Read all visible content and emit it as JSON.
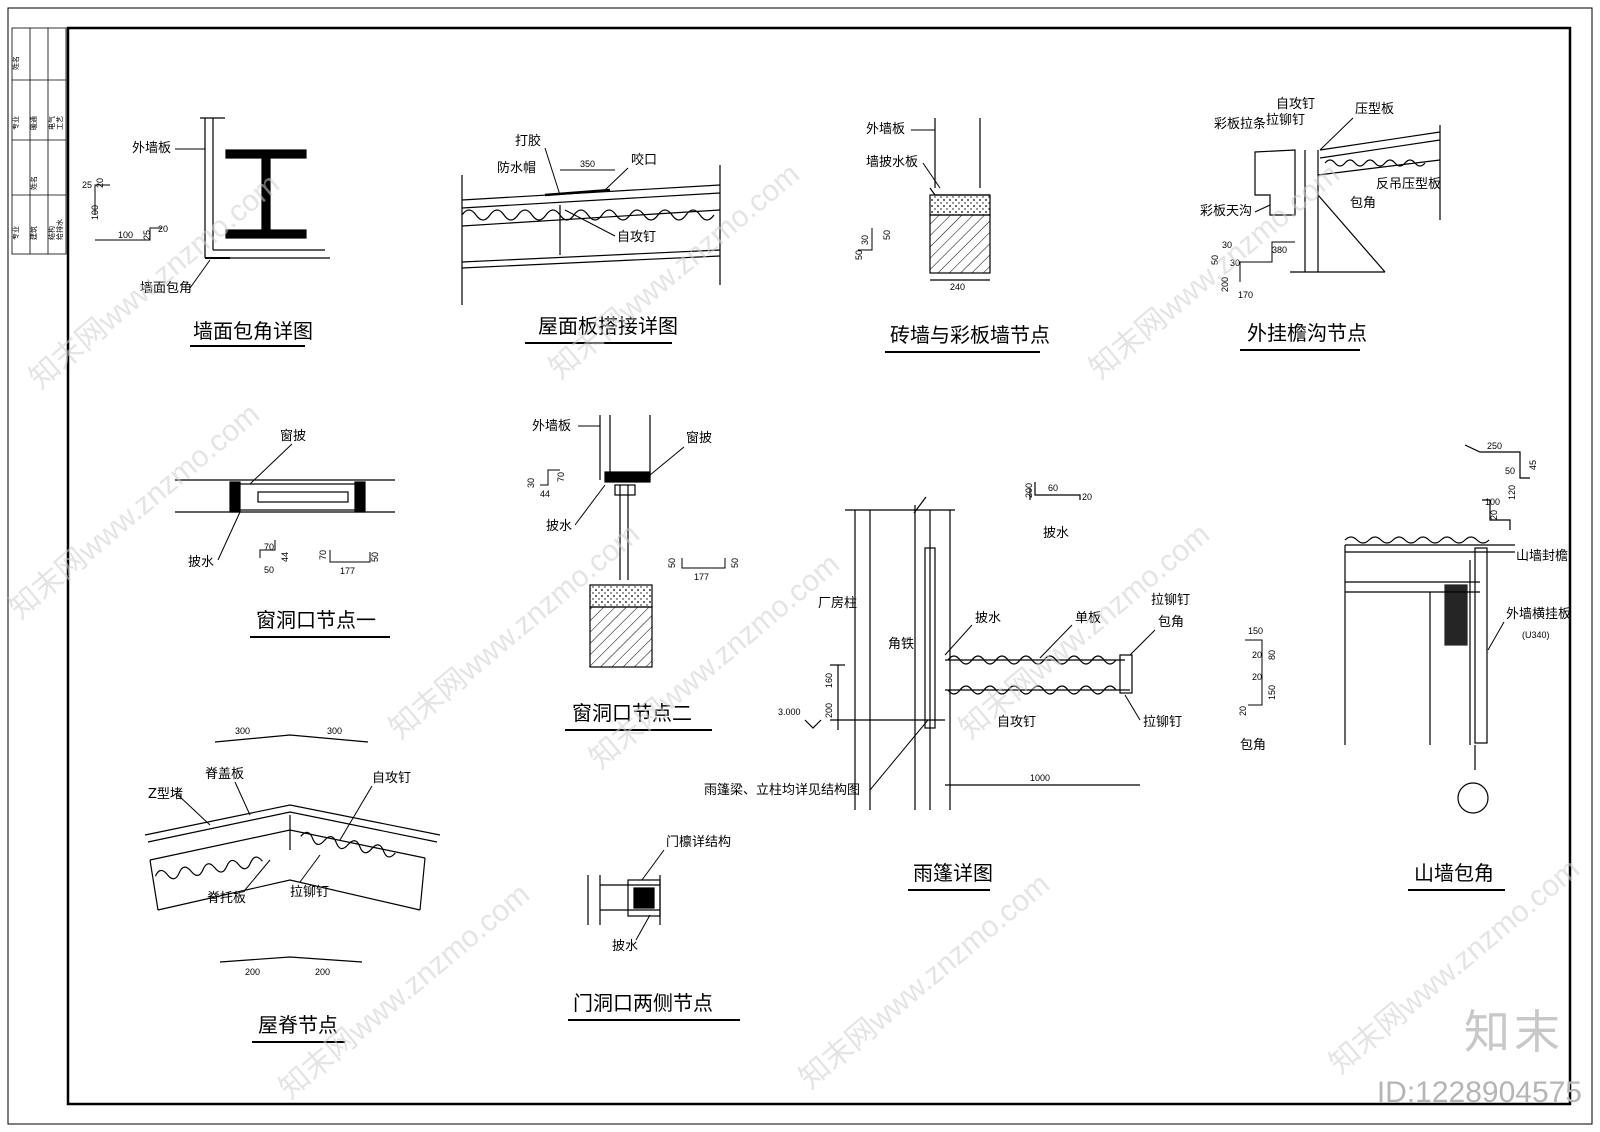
{
  "titles": {
    "t1": "墙面包角详图",
    "t2": "屋面板搭接详图",
    "t3": "砖墙与彩板墙节点",
    "t4": "外挂檐沟节点",
    "t5": "窗洞口节点一",
    "t6": "窗洞口节点二",
    "t7": "雨篷详图",
    "t8": "山墙包角",
    "t9": "屋脊节点",
    "t10": "门洞口两侧节点"
  },
  "labels": {
    "d1_wall": "外墙板",
    "d1_corner": "墙面包角",
    "d2_glue": "打胶",
    "d2_cap": "防水帽",
    "d2_bite": "咬口",
    "d2_screw": "自攻钉",
    "d3_wall": "外墙板",
    "d3_flash": "墙披水板",
    "d4_screw": "自攻钉",
    "d4_pull": "彩板拉条",
    "d4_rivet": "拉铆钉",
    "d4_press": "压型板",
    "d4_rev": "反吊压型板",
    "d4_corner": "包角",
    "d4_gutter": "彩板天沟",
    "d5_sill": "窗披",
    "d5_drip": "披水",
    "d6_wall": "外墙板",
    "d6_sill": "窗披",
    "d6_drip": "披水",
    "d7_drip": "披水",
    "d7_column": "厂房柱",
    "d7_drip2": "披水",
    "d7_board": "单板",
    "d7_rivet": "拉铆钉",
    "d7_corner": "包角",
    "d7_iron": "角铁",
    "d7_screw": "自攻钉",
    "d7_rivet2": "拉铆钉",
    "d7_note": "雨篷梁、立柱均详见结构图",
    "d7_corner2": "包角",
    "d8_eave": "山墙封檐",
    "d8_rail": "外墙横挂板",
    "d8_u": "(U340)",
    "d9_z": "Z型堵",
    "d9_ridge": "脊盖板",
    "d9_screw": "自攻钉",
    "d9_support": "脊托板",
    "d9_rivet": "拉铆钉",
    "d10_purlin": "门檩详结构",
    "d10_drip": "披水"
  },
  "dims": {
    "a1": "25",
    "a2": "20",
    "a3": "100",
    "a4": "100",
    "a5": "25",
    "a6": "20",
    "b1": "350",
    "c1": "30",
    "c2": "50",
    "c3": "50",
    "c4": "240",
    "e1": "30",
    "e2": "380",
    "e3": "50",
    "e4": "30",
    "e5": "200",
    "e6": "170",
    "f1": "70",
    "f2": "44",
    "f3": "50",
    "f4": "70",
    "f5": "177",
    "f6": "50",
    "g1": "30",
    "g2": "70",
    "g3": "44",
    "g4": "50",
    "g5": "177",
    "g6": "50",
    "h1": "200",
    "h2": "60",
    "h3": "20",
    "h4": "160",
    "h5": "200",
    "h6": "3.000",
    "h7": "1000",
    "i1": "150",
    "i2": "20",
    "i3": "80",
    "i4": "20",
    "i5": "150",
    "i6": "20",
    "j1": "250",
    "j2": "50",
    "j3": "45",
    "j4": "120",
    "j5": "100",
    "j6": "20",
    "k1": "300",
    "k2": "300",
    "k3": "200",
    "k4": "200"
  },
  "title_block": [
    "专业",
    "建筑",
    "结构",
    "给排水",
    "专业",
    "暖通",
    "电气",
    "工艺",
    "姓名",
    "姓名"
  ],
  "watermark": {
    "site": "知末网www.znzmo.com",
    "brand": "知末",
    "id": "ID:1228904575"
  }
}
